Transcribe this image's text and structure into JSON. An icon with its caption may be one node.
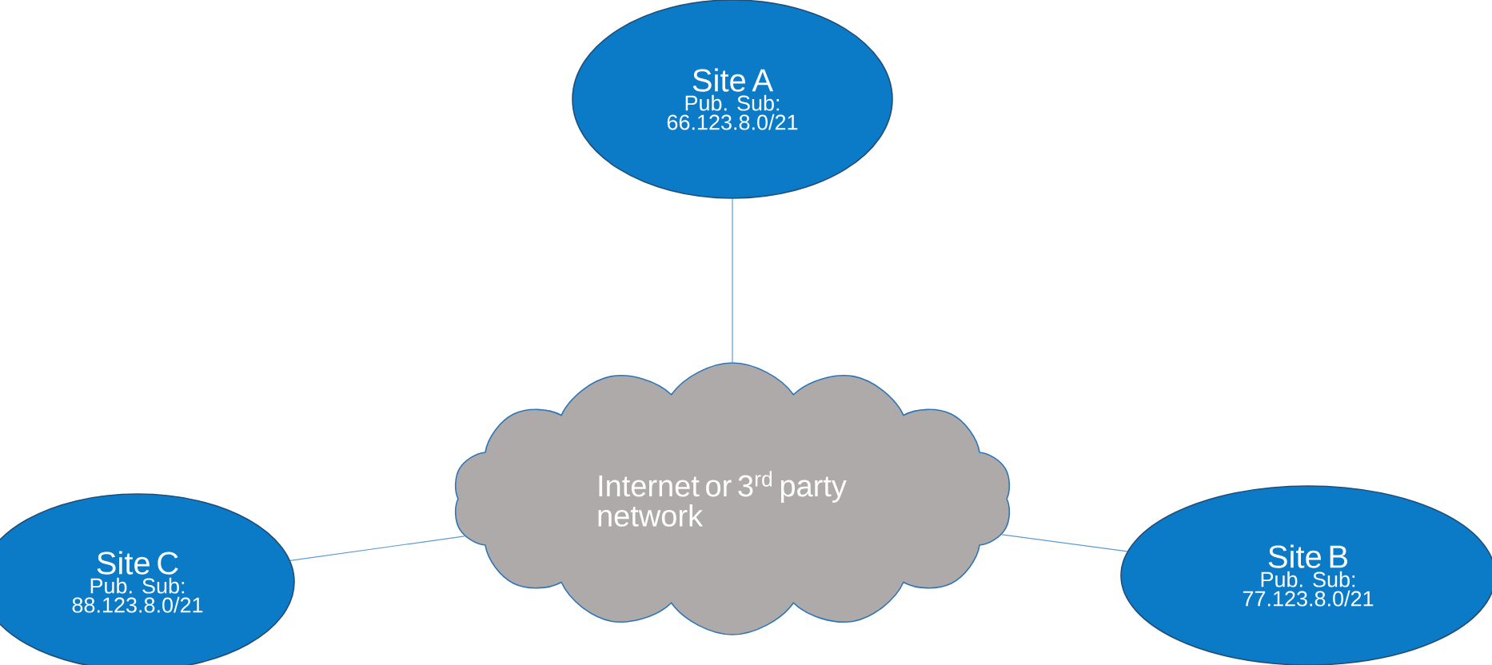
{
  "diagram": {
    "nodes": [
      {
        "text": [
          "Site A",
          "Pub. Sub: 66.123.8.0/21"
        ]
      },
      {
        "text": [
          "Internet or 3$^{rd}$ party network"
        ]
      },
      {
        "text": [
          "Site C",
          "Pub. Sub: 88.123.8.0/21"
        ]
      },
      {
        "text": [
          "Site B",
          "Pub. Sub: 77.123.8.0/21"
        ]
      }
    ],
    "edges": [
      {
        "from": 0,
        "to": 1,
        "arrow": "none"
      },
      {
        "from": 2,
        "to": 1,
        "arrow": "none"
      },
      {
        "from": 1,
        "to": 3,
        "arrow": "none"
      }
    ]
  }
}
